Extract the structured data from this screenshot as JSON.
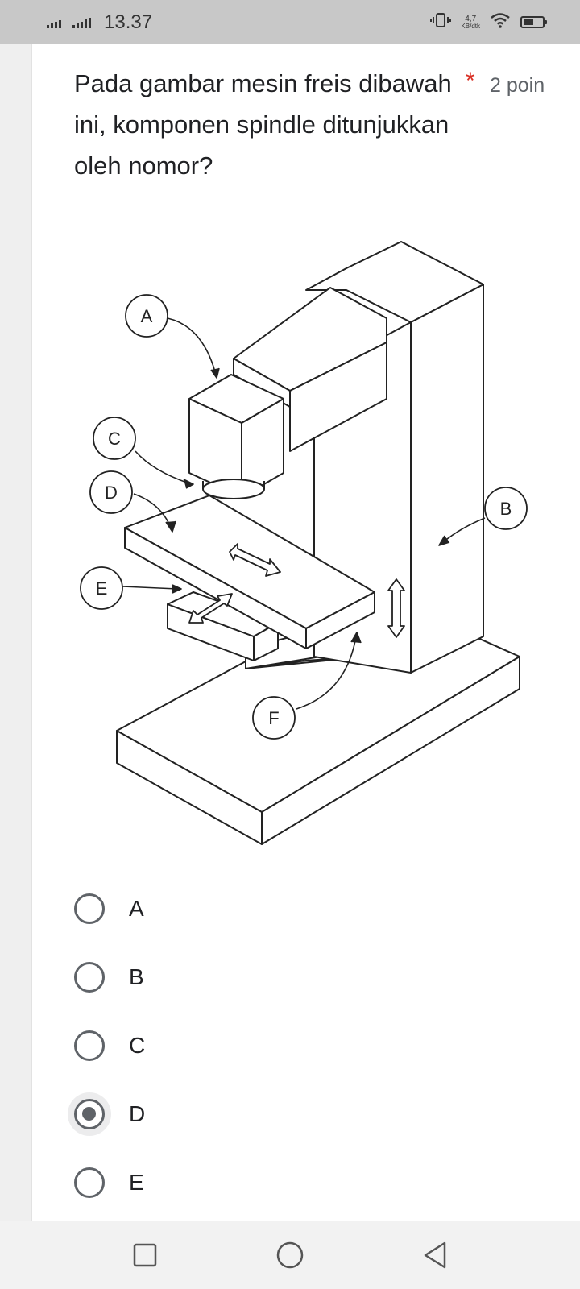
{
  "status_bar": {
    "time": "13.37",
    "net_speed_value": "4,7",
    "net_speed_unit": "KB/dtk",
    "battery_level": 0.55,
    "icons": [
      "signal-icon",
      "signal-icon",
      "vibrate-icon",
      "wifi-icon",
      "battery-icon"
    ]
  },
  "question": {
    "text": "Pada gambar mesin freis dibawah ini, komponen spindle ditunjukkan oleh nomor?",
    "required_mark": "*",
    "points": "2 poin"
  },
  "diagram": {
    "labels": [
      "A",
      "B",
      "C",
      "D",
      "E",
      "F"
    ]
  },
  "options": [
    {
      "label": "A",
      "selected": false
    },
    {
      "label": "B",
      "selected": false
    },
    {
      "label": "C",
      "selected": false
    },
    {
      "label": "D",
      "selected": true
    },
    {
      "label": "E",
      "selected": false
    }
  ],
  "nav_bar": {
    "icons": [
      "recents-square-icon",
      "home-circle-icon",
      "back-triangle-icon"
    ]
  },
  "colors": {
    "status_bar_bg": "#c8c8c8",
    "required": "#d93025",
    "radio": "#5f6368"
  }
}
